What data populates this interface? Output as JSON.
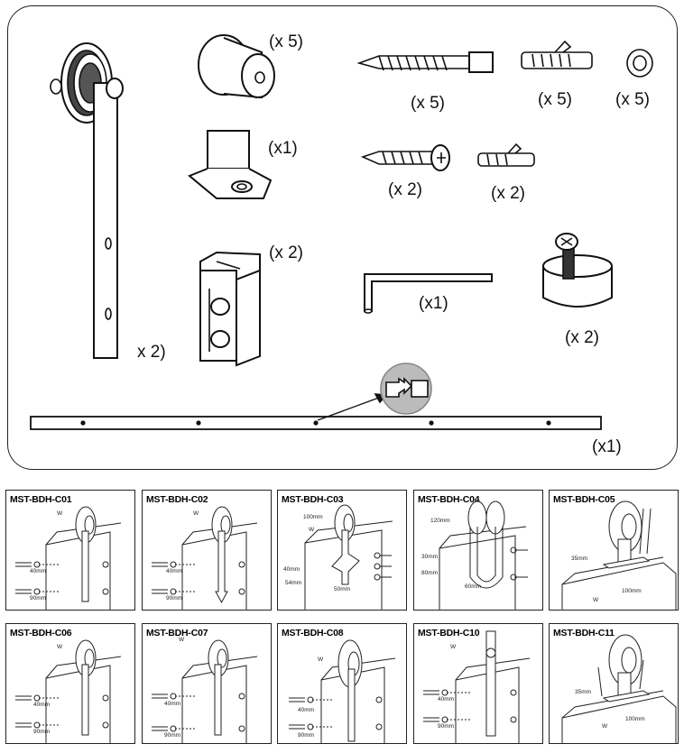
{
  "parts": {
    "roller_qty": "x 2)",
    "wheel_stopper_qty": "(x 5)",
    "lag_screw_qty": "(x 5)",
    "anchor_large_qty": "(x 5)",
    "washer_qty": "(x 5)",
    "floor_guide_qty": "(x1)",
    "small_screw_qty": "(x 2)",
    "anchor_small_qty": "(x 2)",
    "stopper_block_qty": "(x 2)",
    "hex_key_qty": "(x1)",
    "door_stop_qty": "(x 2)",
    "rail_qty": "(x1)"
  },
  "models": [
    {
      "code": "MST-BDH-C01",
      "labels": [
        "W",
        "40mm",
        "90mm"
      ]
    },
    {
      "code": "MST-BDH-C02",
      "labels": [
        "W",
        "40mm",
        "90mm"
      ]
    },
    {
      "code": "MST-BDH-C03",
      "labels": [
        "100mm",
        "W",
        "40mm",
        "54mm",
        "50mm"
      ]
    },
    {
      "code": "MST-BDH-C04",
      "labels": [
        "120mm",
        "30mm",
        "80mm",
        "60mm"
      ]
    },
    {
      "code": "MST-BDH-C05",
      "labels": [
        "35mm",
        "100mm",
        "W"
      ]
    },
    {
      "code": "MST-BDH-C06",
      "labels": [
        "W",
        "40mm",
        "90mm"
      ]
    },
    {
      "code": "MST-BDH-C07",
      "labels": [
        "W",
        "40mm",
        "90mm"
      ]
    },
    {
      "code": "MST-BDH-C08",
      "labels": [
        "W",
        "40mm",
        "90mm"
      ]
    },
    {
      "code": "MST-BDH-C10",
      "labels": [
        "W",
        "40mm",
        "90mm"
      ]
    },
    {
      "code": "MST-BDH-C11",
      "labels": [
        "35mm",
        "W",
        "100mm"
      ]
    }
  ]
}
